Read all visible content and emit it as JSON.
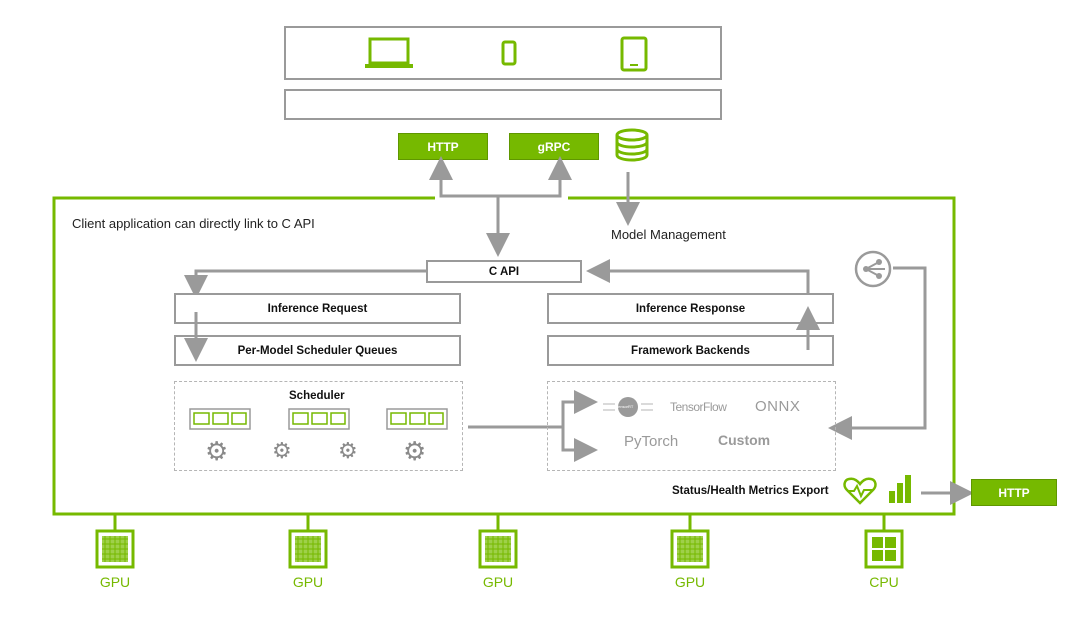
{
  "client_devices": {
    "icons": [
      "laptop-icon",
      "phone-icon",
      "tablet-icon"
    ]
  },
  "protocols": {
    "http": "HTTP",
    "grpc": "gRPC",
    "storage_icon": "database-icon"
  },
  "server": {
    "note": "Client application can directly link to C API",
    "model_management": "Model Management",
    "c_api": "C API",
    "inference_request": "Inference Request",
    "scheduler_queues": "Per-Model Scheduler Queues",
    "inference_response": "Inference Response",
    "framework_backends": "Framework Backends",
    "scheduler": "Scheduler",
    "frameworks": {
      "tensorrt": "TensorRT",
      "tensorflow": "TensorFlow",
      "onnx": "ONNX",
      "pytorch": "PyTorch",
      "custom": "Custom"
    },
    "metrics_export": "Status/Health Metrics Export",
    "metrics_http": "HTTP"
  },
  "hardware": [
    {
      "label": "GPU",
      "icon": "gpu-chip-icon"
    },
    {
      "label": "GPU",
      "icon": "gpu-chip-icon"
    },
    {
      "label": "GPU",
      "icon": "gpu-chip-icon"
    },
    {
      "label": "GPU",
      "icon": "gpu-chip-icon"
    },
    {
      "label": "CPU",
      "icon": "cpu-chip-icon"
    }
  ],
  "colors": {
    "accent": "#76b900",
    "line": "#9a9a9a",
    "dashed": "#b5b5b5"
  }
}
